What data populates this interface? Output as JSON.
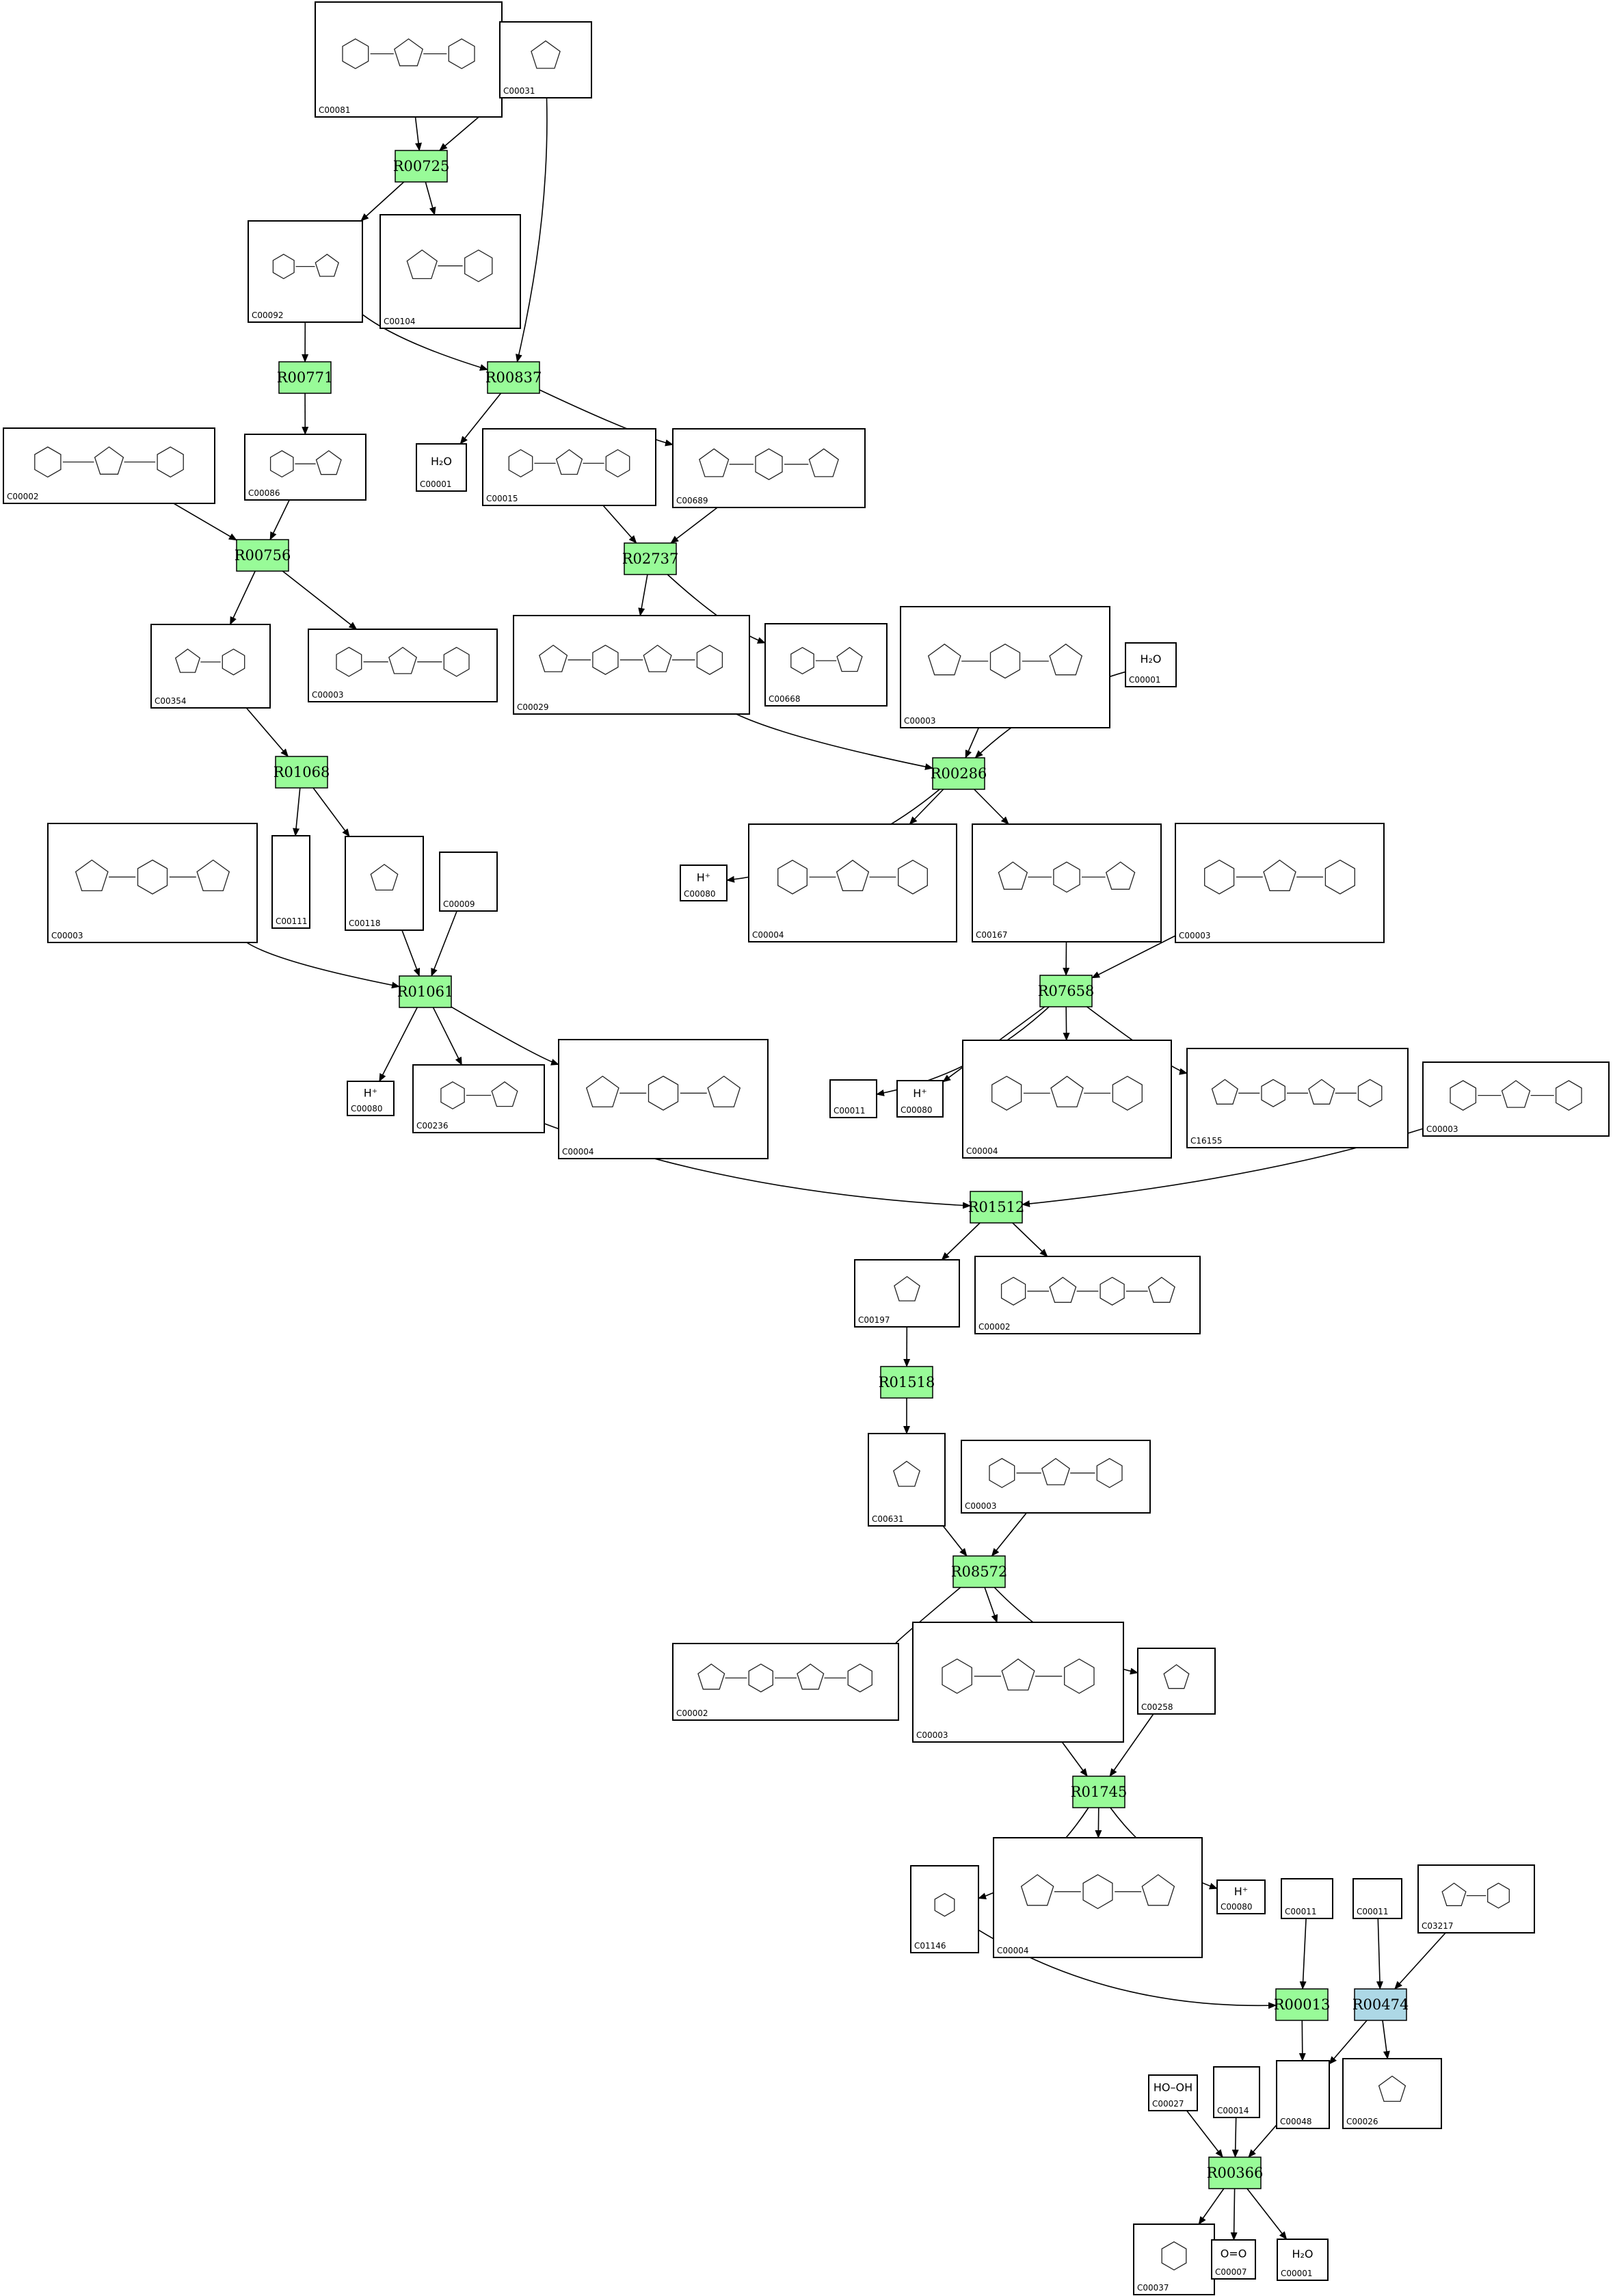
{
  "colors": {
    "reaction_fill": "#98fb98",
    "reaction_fill_alt": "#add8e6",
    "stroke": "#000000",
    "background": "#ffffff"
  },
  "reactions": [
    {
      "id": "R00725",
      "label": "R00725",
      "color": "reaction_fill"
    },
    {
      "id": "R00771",
      "label": "R00771",
      "color": "reaction_fill"
    },
    {
      "id": "R00837",
      "label": "R00837",
      "color": "reaction_fill"
    },
    {
      "id": "R00756",
      "label": "R00756",
      "color": "reaction_fill"
    },
    {
      "id": "R02737",
      "label": "R02737",
      "color": "reaction_fill"
    },
    {
      "id": "R01068",
      "label": "R01068",
      "color": "reaction_fill"
    },
    {
      "id": "R00286",
      "label": "R00286",
      "color": "reaction_fill"
    },
    {
      "id": "R01061",
      "label": "R01061",
      "color": "reaction_fill"
    },
    {
      "id": "R07658",
      "label": "R07658",
      "color": "reaction_fill"
    },
    {
      "id": "R01512",
      "label": "R01512",
      "color": "reaction_fill"
    },
    {
      "id": "R01518",
      "label": "R01518",
      "color": "reaction_fill"
    },
    {
      "id": "R08572",
      "label": "R08572",
      "color": "reaction_fill"
    },
    {
      "id": "R01745",
      "label": "R01745",
      "color": "reaction_fill"
    },
    {
      "id": "R00013",
      "label": "R00013",
      "color": "reaction_fill"
    },
    {
      "id": "R00474",
      "label": "R00474",
      "color": "reaction_fill_alt"
    },
    {
      "id": "R00366",
      "label": "R00366",
      "color": "reaction_fill"
    }
  ],
  "compounds": [
    {
      "id": "n1",
      "label": "C00081"
    },
    {
      "id": "n2",
      "label": "C00031"
    },
    {
      "id": "n3",
      "label": "C00092"
    },
    {
      "id": "n4",
      "label": "C00104"
    },
    {
      "id": "n5",
      "label": "C00086"
    },
    {
      "id": "n6",
      "label": "C00001",
      "formula": "H₂O"
    },
    {
      "id": "n7",
      "label": "C00015"
    },
    {
      "id": "n8",
      "label": "C00689"
    },
    {
      "id": "n9",
      "label": "C00002"
    },
    {
      "id": "n10",
      "label": "C00354"
    },
    {
      "id": "n11",
      "label": "C00003"
    },
    {
      "id": "n12",
      "label": "C00029"
    },
    {
      "id": "n13",
      "label": "C00668"
    },
    {
      "id": "n14",
      "label": "C00003"
    },
    {
      "id": "n15",
      "label": "C00001",
      "formula": "H₂O"
    },
    {
      "id": "n16",
      "label": "C00003"
    },
    {
      "id": "n17",
      "label": "C00111"
    },
    {
      "id": "n18",
      "label": "C00118"
    },
    {
      "id": "n19",
      "label": "C00009"
    },
    {
      "id": "n20",
      "label": "C00080",
      "formula": "H⁺"
    },
    {
      "id": "n21",
      "label": "C00004"
    },
    {
      "id": "n22",
      "label": "C00167"
    },
    {
      "id": "n23",
      "label": "C00003"
    },
    {
      "id": "n24",
      "label": "C00080",
      "formula": "H⁺"
    },
    {
      "id": "n25",
      "label": "C00236"
    },
    {
      "id": "n26",
      "label": "C00004"
    },
    {
      "id": "n27",
      "label": "C00011"
    },
    {
      "id": "n28",
      "label": "C00080",
      "formula": "H⁺"
    },
    {
      "id": "n29",
      "label": "C00004"
    },
    {
      "id": "n30",
      "label": "C16155"
    },
    {
      "id": "n31",
      "label": "C00003"
    },
    {
      "id": "n32",
      "label": "C00197"
    },
    {
      "id": "n33",
      "label": "C00002"
    },
    {
      "id": "n34",
      "label": "C00631"
    },
    {
      "id": "n35",
      "label": "C00003"
    },
    {
      "id": "n36",
      "label": "C00002"
    },
    {
      "id": "n37",
      "label": "C00003"
    },
    {
      "id": "n38",
      "label": "C00258"
    },
    {
      "id": "n39",
      "label": "C01146"
    },
    {
      "id": "n40",
      "label": "C00004"
    },
    {
      "id": "n41",
      "label": "C00080",
      "formula": "H⁺"
    },
    {
      "id": "n42",
      "label": "C00011"
    },
    {
      "id": "n43",
      "label": "C00011"
    },
    {
      "id": "n44",
      "label": "C03217"
    },
    {
      "id": "n45",
      "label": "C00027",
      "formula": "HO–OH"
    },
    {
      "id": "n46",
      "label": "C00014"
    },
    {
      "id": "n47",
      "label": "C00048"
    },
    {
      "id": "n48",
      "label": "C00026"
    },
    {
      "id": "n49",
      "label": "C00037"
    },
    {
      "id": "n50",
      "label": "C00007",
      "formula": "O=O"
    },
    {
      "id": "n51",
      "label": "C00001",
      "formula": "H₂O"
    }
  ],
  "edges": [
    [
      "n1",
      "R00725"
    ],
    [
      "n2",
      "R00725"
    ],
    [
      "n2",
      "R00837"
    ],
    [
      "R00725",
      "n3"
    ],
    [
      "R00725",
      "n4"
    ],
    [
      "n3",
      "R00771"
    ],
    [
      "n3",
      "R00837"
    ],
    [
      "R00771",
      "n5"
    ],
    [
      "R00837",
      "n6"
    ],
    [
      "R00837",
      "n8"
    ],
    [
      "n9",
      "R00756"
    ],
    [
      "n5",
      "R00756"
    ],
    [
      "n7",
      "R02737"
    ],
    [
      "n8",
      "R02737"
    ],
    [
      "R00756",
      "n10"
    ],
    [
      "R00756",
      "n11"
    ],
    [
      "R02737",
      "n12"
    ],
    [
      "R02737",
      "n13"
    ],
    [
      "n10",
      "R01068"
    ],
    [
      "n12",
      "R00286"
    ],
    [
      "n14",
      "R00286"
    ],
    [
      "n15",
      "R00286"
    ],
    [
      "R01068",
      "n17"
    ],
    [
      "R01068",
      "n18"
    ],
    [
      "R00286",
      "n20"
    ],
    [
      "R00286",
      "n21"
    ],
    [
      "R00286",
      "n22"
    ],
    [
      "n16",
      "R01061"
    ],
    [
      "n18",
      "R01061"
    ],
    [
      "n19",
      "R01061"
    ],
    [
      "n22",
      "R07658"
    ],
    [
      "n23",
      "R07658"
    ],
    [
      "R01061",
      "n24"
    ],
    [
      "R01061",
      "n25"
    ],
    [
      "R01061",
      "n26"
    ],
    [
      "R07658",
      "n27"
    ],
    [
      "R07658",
      "n28"
    ],
    [
      "R07658",
      "n29"
    ],
    [
      "R07658",
      "n30"
    ],
    [
      "n25",
      "R01512"
    ],
    [
      "n31",
      "R01512"
    ],
    [
      "R01512",
      "n32"
    ],
    [
      "R01512",
      "n33"
    ],
    [
      "n32",
      "R01518"
    ],
    [
      "R01518",
      "n34"
    ],
    [
      "n34",
      "R08572"
    ],
    [
      "n35",
      "R08572"
    ],
    [
      "R08572",
      "n36"
    ],
    [
      "R08572",
      "n37"
    ],
    [
      "R08572",
      "n38"
    ],
    [
      "n37",
      "R01745"
    ],
    [
      "n38",
      "R01745"
    ],
    [
      "R01745",
      "n39"
    ],
    [
      "R01745",
      "n40"
    ],
    [
      "R01745",
      "n41"
    ],
    [
      "n39",
      "R00013"
    ],
    [
      "n42",
      "R00013"
    ],
    [
      "n43",
      "R00474"
    ],
    [
      "n44",
      "R00474"
    ],
    [
      "R00013",
      "n47"
    ],
    [
      "R00474",
      "n47"
    ],
    [
      "R00474",
      "n48"
    ],
    [
      "n45",
      "R00366"
    ],
    [
      "n46",
      "R00366"
    ],
    [
      "n47",
      "R00366"
    ],
    [
      "R00366",
      "n49"
    ],
    [
      "R00366",
      "n50"
    ],
    [
      "R00366",
      "n51"
    ]
  ]
}
